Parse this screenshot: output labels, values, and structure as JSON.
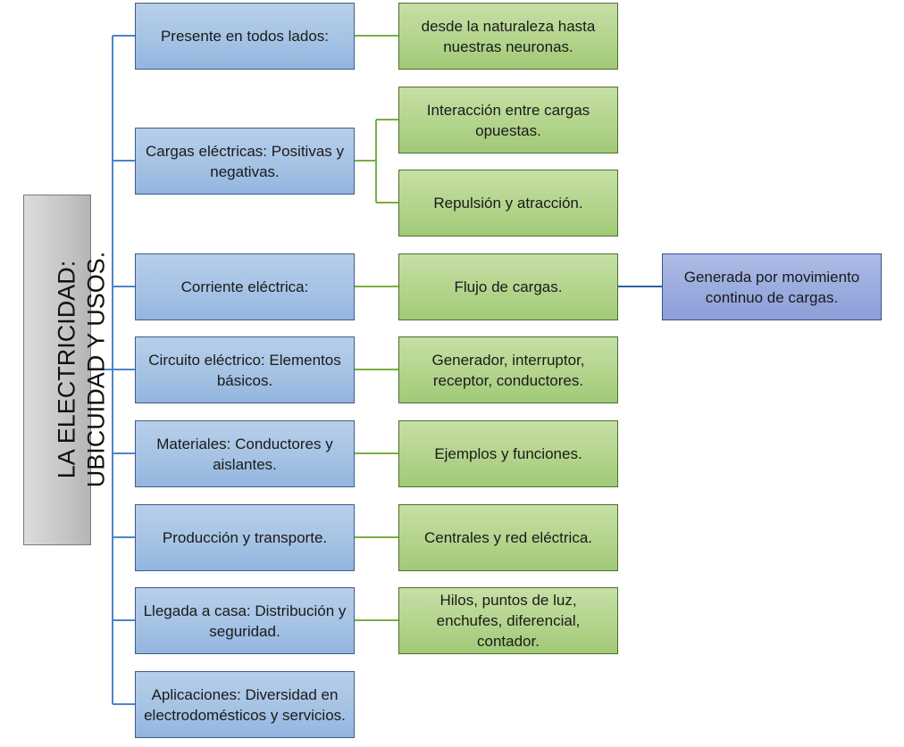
{
  "root": {
    "title": "LA ELECTRICIDAD: UBICUIDAD Y USOS."
  },
  "topics": [
    {
      "label": "Presente en todos lados:",
      "details": [
        "desde la naturaleza hasta nuestras neuronas."
      ]
    },
    {
      "label": "Cargas eléctricas: Positivas y negativas.",
      "details": [
        "Interacción entre cargas opuestas.",
        "Repulsión y atracción."
      ]
    },
    {
      "label": "Corriente eléctrica:",
      "details": [
        "Flujo de cargas."
      ],
      "sub_detail": "Generada por movimiento continuo de cargas."
    },
    {
      "label": "Circuito eléctrico: Elementos básicos.",
      "details": [
        "Generador, interruptor, receptor, conductores."
      ]
    },
    {
      "label": "Materiales: Conductores y aislantes.",
      "details": [
        "Ejemplos y funciones."
      ]
    },
    {
      "label": "Producción y transporte.",
      "details": [
        "Centrales y red eléctrica."
      ]
    },
    {
      "label": "Llegada a casa: Distribución y seguridad.",
      "details": [
        "Hilos, puntos de luz, enchufes, diferencial, contador."
      ]
    },
    {
      "label": "Aplicaciones: Diversidad en electrodomésticos y servicios.",
      "details": []
    }
  ],
  "colors": {
    "root_fill": "#c8c8c8",
    "topic_fill": "#a6c3e4",
    "detail_fill": "#b3d48c",
    "sub_detail_fill": "#9aabde",
    "topic_connector": "#4a86c8",
    "detail_connector": "#76b041",
    "sub_connector": "#2f5fa6"
  }
}
